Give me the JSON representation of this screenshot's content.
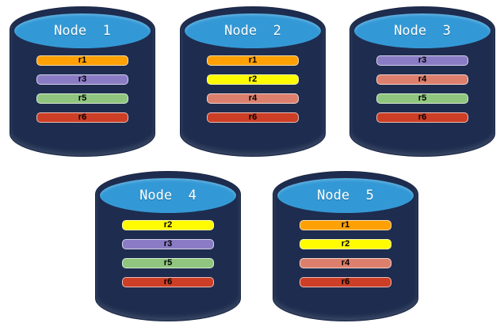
{
  "palette": {
    "r1": "#FFA005",
    "r2": "#FFFB00",
    "r3": "#8A7CC4",
    "r4": "#DC7F6C",
    "r5": "#8FC57E",
    "r6": "#CC3E26"
  },
  "colors": {
    "cylinder_body": "#1E2D4F",
    "cylinder_top": "#3399D6",
    "title_text": "#FFFFFF",
    "bar_text": "#000000",
    "background": "#FFFFFF"
  },
  "nodes": [
    {
      "title": "Node  1",
      "bars": [
        {
          "id": "r1",
          "label": "r1"
        },
        {
          "id": "r3",
          "label": "r3"
        },
        {
          "id": "r5",
          "label": "r5"
        },
        {
          "id": "r6",
          "label": "r6"
        }
      ]
    },
    {
      "title": "Node  2",
      "bars": [
        {
          "id": "r1",
          "label": "r1"
        },
        {
          "id": "r2",
          "label": "r2"
        },
        {
          "id": "r4",
          "label": "r4"
        },
        {
          "id": "r6",
          "label": "r6"
        }
      ]
    },
    {
      "title": "Node  3",
      "bars": [
        {
          "id": "r3",
          "label": "r3"
        },
        {
          "id": "r4",
          "label": "r4"
        },
        {
          "id": "r5",
          "label": "r5"
        },
        {
          "id": "r6",
          "label": "r6"
        }
      ]
    },
    {
      "title": "Node  4",
      "bars": [
        {
          "id": "r2",
          "label": "r2"
        },
        {
          "id": "r3",
          "label": "r3"
        },
        {
          "id": "r5",
          "label": "r5"
        },
        {
          "id": "r6",
          "label": "r6"
        }
      ]
    },
    {
      "title": "Node  5",
      "bars": [
        {
          "id": "r1",
          "label": "r1"
        },
        {
          "id": "r2",
          "label": "r2"
        },
        {
          "id": "r4",
          "label": "r4"
        },
        {
          "id": "r6",
          "label": "r6"
        }
      ]
    }
  ]
}
